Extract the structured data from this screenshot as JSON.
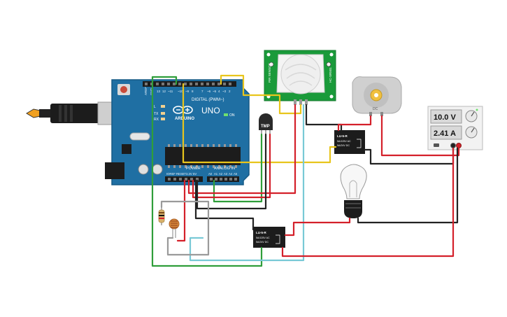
{
  "arduino": {
    "brand": "ARDUINO",
    "model": "UNO",
    "digital_header": "DIGITAL (PWM~)",
    "power_header": "POWER",
    "analog_header": "ANALOG IN",
    "tx_label": "TX",
    "rx_label": "RX",
    "on_label": "ON",
    "l_label": "L"
  },
  "pir_sensor": {
    "left_label": "PIR SENSOR",
    "right_label": "HC-SR501"
  },
  "temp_sensor": {
    "label": "TMP"
  },
  "relay_top": {
    "name": "LU-5-R",
    "spec1": "5A/125V AC",
    "spec2": "5A/24V DC"
  },
  "relay_bottom": {
    "name": "LU-5-R",
    "spec1": "5A/125V AC",
    "spec2": "5A/24V DC"
  },
  "motor": {
    "label": "DC"
  },
  "power_supply": {
    "voltage": "10.0 V",
    "current": "2.41 A"
  },
  "colors": {
    "arduino_board": "#1f6fa3",
    "pir_board": "#1a9a3a",
    "wire_red": "#d4202a",
    "wire_black": "#222222",
    "wire_green": "#2f9e3a",
    "wire_yellow": "#e8c51c",
    "wire_cyan": "#78c9d6",
    "wire_gray": "#9a9a9a"
  }
}
